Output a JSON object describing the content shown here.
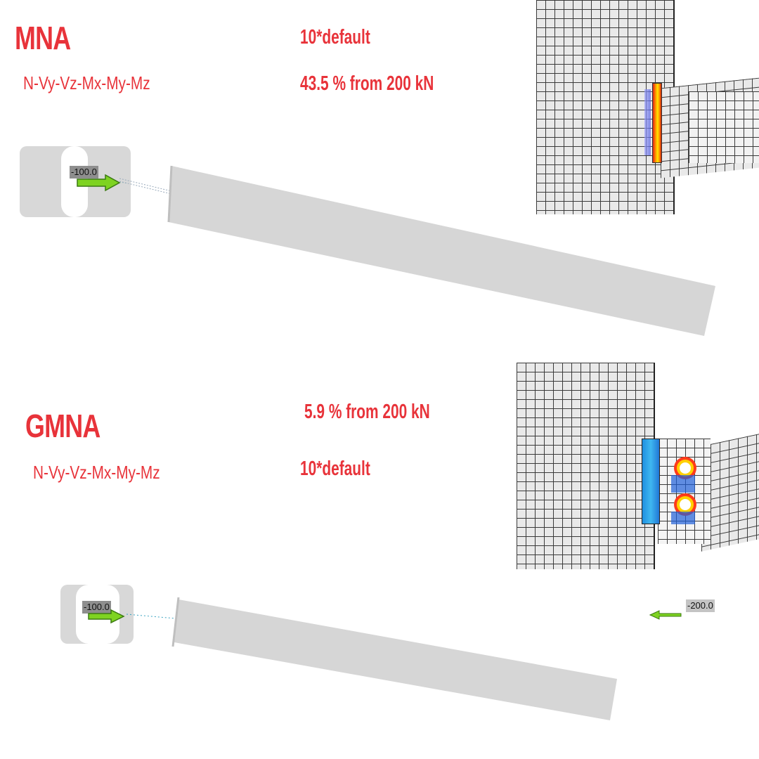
{
  "top": {
    "analysis": "MNA",
    "forces": "N-Vy-Vz-Mx-My-Mz",
    "factor": "10*default",
    "percent": "43.5 % from 200 kN",
    "load_label": "-100.0"
  },
  "bottom": {
    "analysis": "GMNA",
    "forces": "N-Vy-Vz-Mx-My-Mz",
    "factor": "10*default",
    "percent": "5.9 % from 200 kN",
    "load_label_left": "-100.0",
    "load_label_right": "-200.0"
  },
  "colors": {
    "text": "#e8333a",
    "beam": "#d6d6d6",
    "arrow": "#7ed321",
    "mesh_bg": "#e9e9e9"
  },
  "icons": [
    "load-arrow-icon",
    "support-icon"
  ]
}
